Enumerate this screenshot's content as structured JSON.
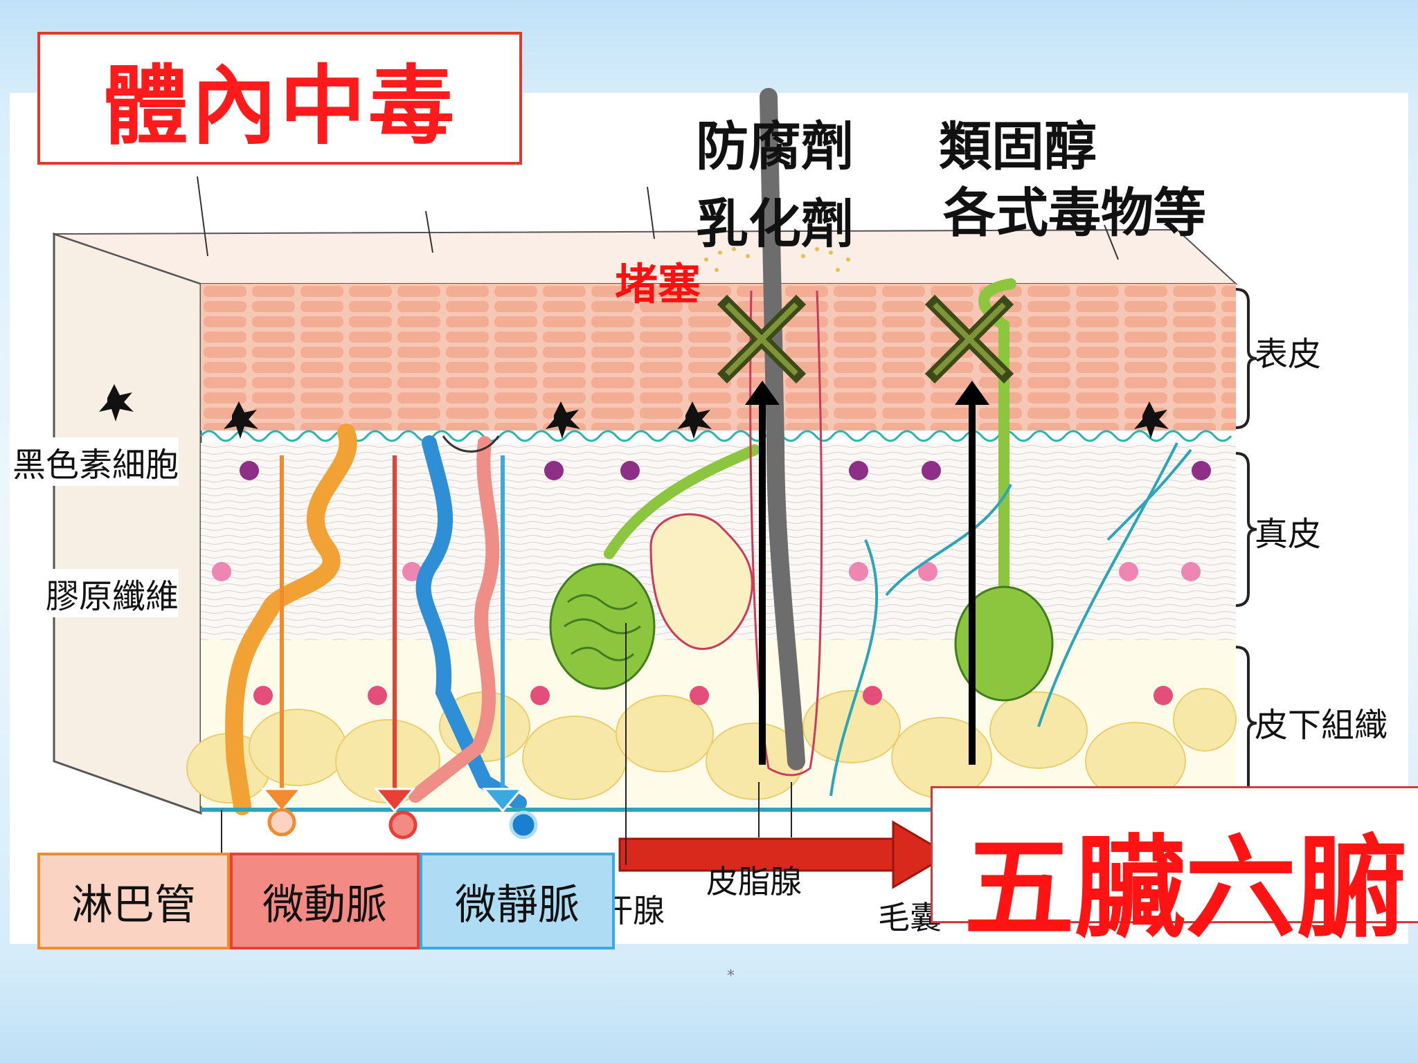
{
  "title": "體內中毒",
  "chemicals": {
    "left_line1": "防腐劑",
    "left_line2": "乳化劑",
    "right_line1": "類固醇",
    "right_line2": "各式毒物等"
  },
  "blockage_label": "堵塞",
  "skin_layers": [
    "表皮",
    "真皮",
    "皮下組織"
  ],
  "structures": {
    "melanocyte": "黑色素細胞",
    "collagen": "膠原纖維",
    "sweat_gland": "汗腺",
    "sebaceous_gland": "皮脂腺",
    "hair_follicle": "毛囊"
  },
  "vessels": [
    {
      "label": "淋巴管",
      "color": "#f28a2e",
      "fill": "#fbd3c3"
    },
    {
      "label": "微動脈",
      "color": "#e84033",
      "fill": "#f48a84"
    },
    {
      "label": "微靜脈",
      "color": "#39a9e2",
      "fill": "#aedcf5"
    }
  ],
  "organs": "五臟六腑",
  "footnote": "*",
  "colors": {
    "title_red": "#ff1b1b",
    "hair_arrow": "#000000",
    "to_organs_arrow": "#d8291c",
    "blocked_mark": "#4a5a1c"
  }
}
